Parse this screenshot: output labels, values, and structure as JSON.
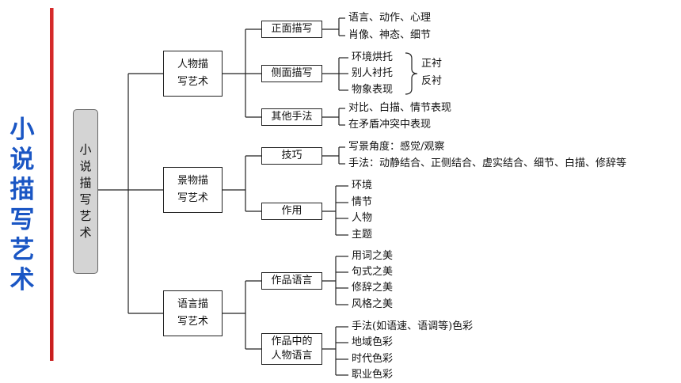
{
  "side_title": [
    "小",
    "说",
    "描",
    "写",
    "艺",
    "术"
  ],
  "root": [
    "小",
    "说",
    "描",
    "写",
    "艺",
    "术"
  ],
  "branches": [
    {
      "label": [
        "人物描",
        "写艺术"
      ],
      "children": [
        {
          "label": "正面描写",
          "leaves": [
            "语言、动作、心理",
            "肖像、神态、细节"
          ]
        },
        {
          "label": "侧面描写",
          "leaves": [
            "环境烘托",
            "别人衬托",
            "物象表现"
          ],
          "brace": [
            "正衬",
            "反衬"
          ]
        },
        {
          "label": "其他手法",
          "leaves": [
            "对比、白描、情节表现",
            "在矛盾冲突中表现"
          ]
        }
      ]
    },
    {
      "label": [
        "景物描",
        "写艺术"
      ],
      "children": [
        {
          "label": "技巧",
          "leaves": [
            "写景角度：感觉/观察",
            "手法：动静结合、正侧结合、虚实结合、细节、白描、修辞等"
          ]
        },
        {
          "label": "作用",
          "leaves": [
            "环境",
            "情节",
            "人物",
            "主题"
          ]
        }
      ]
    },
    {
      "label": [
        "语言描",
        "写艺术"
      ],
      "children": [
        {
          "label": "作品语言",
          "leaves": [
            "用词之美",
            "句式之美",
            "修辞之美",
            "风格之美"
          ]
        },
        {
          "label": [
            "作品中的",
            "人物语言"
          ],
          "leaves": [
            "手法(如语速、语调等)色彩",
            "地域色彩",
            "时代色彩",
            "职业色彩"
          ]
        }
      ]
    }
  ]
}
